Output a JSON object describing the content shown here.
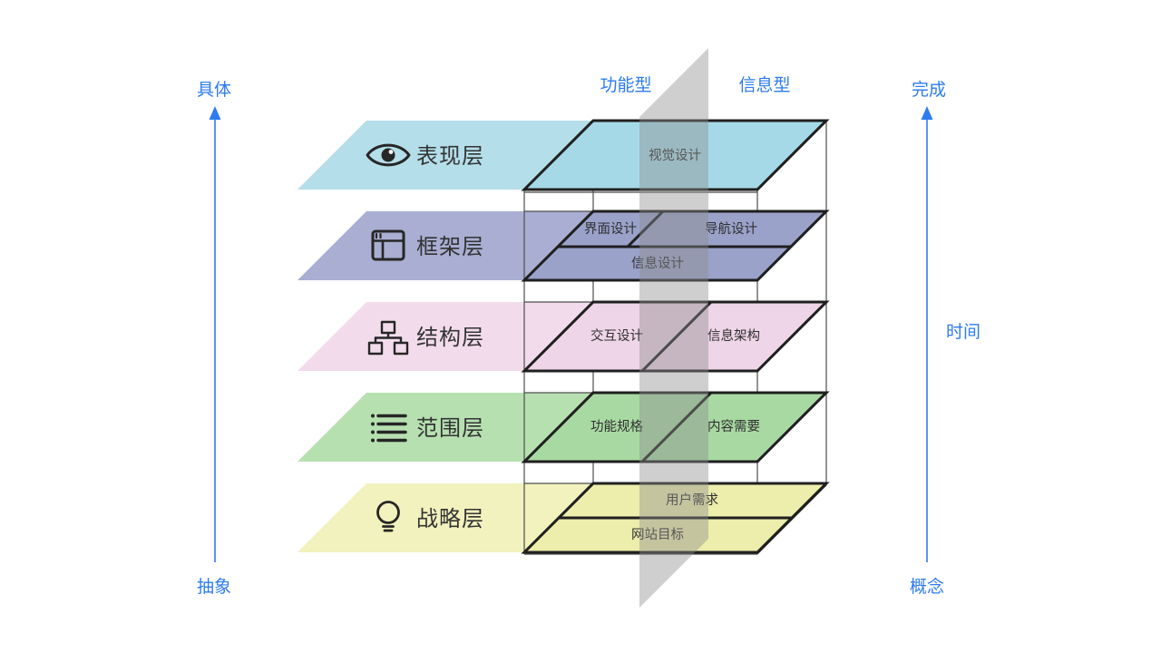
{
  "colors": {
    "accent_blue": "#2e7bf0",
    "line_dark": "#1f1f1f",
    "wire_gray": "#4d4d4d",
    "plane_gray": "#8c8c8c",
    "icon_dark": "#262626",
    "cell_text": "#2f2f2f",
    "label_text": "#333333"
  },
  "top_axis": {
    "left_label": "功能型",
    "right_label": "信息型"
  },
  "left_axis": {
    "top_label": "具体",
    "bottom_label": "抽象"
  },
  "right_axis": {
    "top_label": "完成",
    "bottom_label": "概念",
    "middle_label": "时间"
  },
  "layers": [
    {
      "name": "表现层",
      "icon": "eye-icon",
      "pale": "#b4dee9",
      "fill": "#a6d9e7",
      "cells": [
        "视觉设计"
      ]
    },
    {
      "name": "框架层",
      "icon": "browser-window-icon",
      "pale": "#a9aed2",
      "fill": "#9aa2ca",
      "cells": [
        "界面设计",
        "导航设计",
        "信息设计"
      ]
    },
    {
      "name": "结构层",
      "icon": "sitemap-icon",
      "pale": "#f2dcec",
      "fill": "#eed5e7",
      "cells": [
        "交互设计",
        "信息架构"
      ]
    },
    {
      "name": "范围层",
      "icon": "list-icon",
      "pale": "#b7e0b1",
      "fill": "#a8d9a2",
      "cells": [
        "功能规格",
        "内容需要"
      ]
    },
    {
      "name": "战略层",
      "icon": "lightbulb-icon",
      "pale": "#f1f2bd",
      "fill": "#ededac",
      "cells": [
        "用户需求",
        "网站目标"
      ]
    }
  ]
}
